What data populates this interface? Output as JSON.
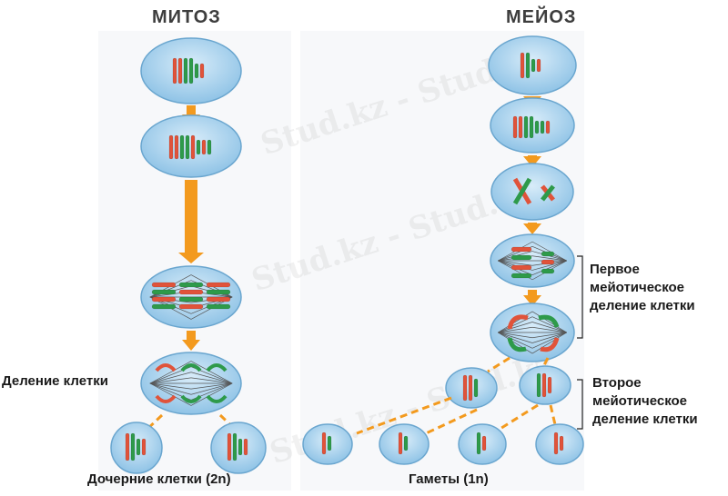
{
  "titles": {
    "mitosis": "МИТОЗ",
    "meiosis": "МЕЙОЗ"
  },
  "labels": {
    "cell_division": "Деление клетки",
    "daughter_cells": "Дочерние клетки (2n)",
    "gametes": "Гаметы (1n)",
    "first_division": [
      "Первое",
      "мейотическое",
      "деление клетки"
    ],
    "second_division": [
      "Второе",
      "мейотическое",
      "деление клетки"
    ]
  },
  "watermark": "Stud.kz - Stud.kz",
  "colors": {
    "cell_fill": "#a9d3ee",
    "cell_stroke": "#6aa6cf",
    "chromosome_red": "#e0533a",
    "chromosome_green": "#2e9a4a",
    "arrow": "#f39a1e",
    "panel_bg": "#f7f8fa"
  }
}
